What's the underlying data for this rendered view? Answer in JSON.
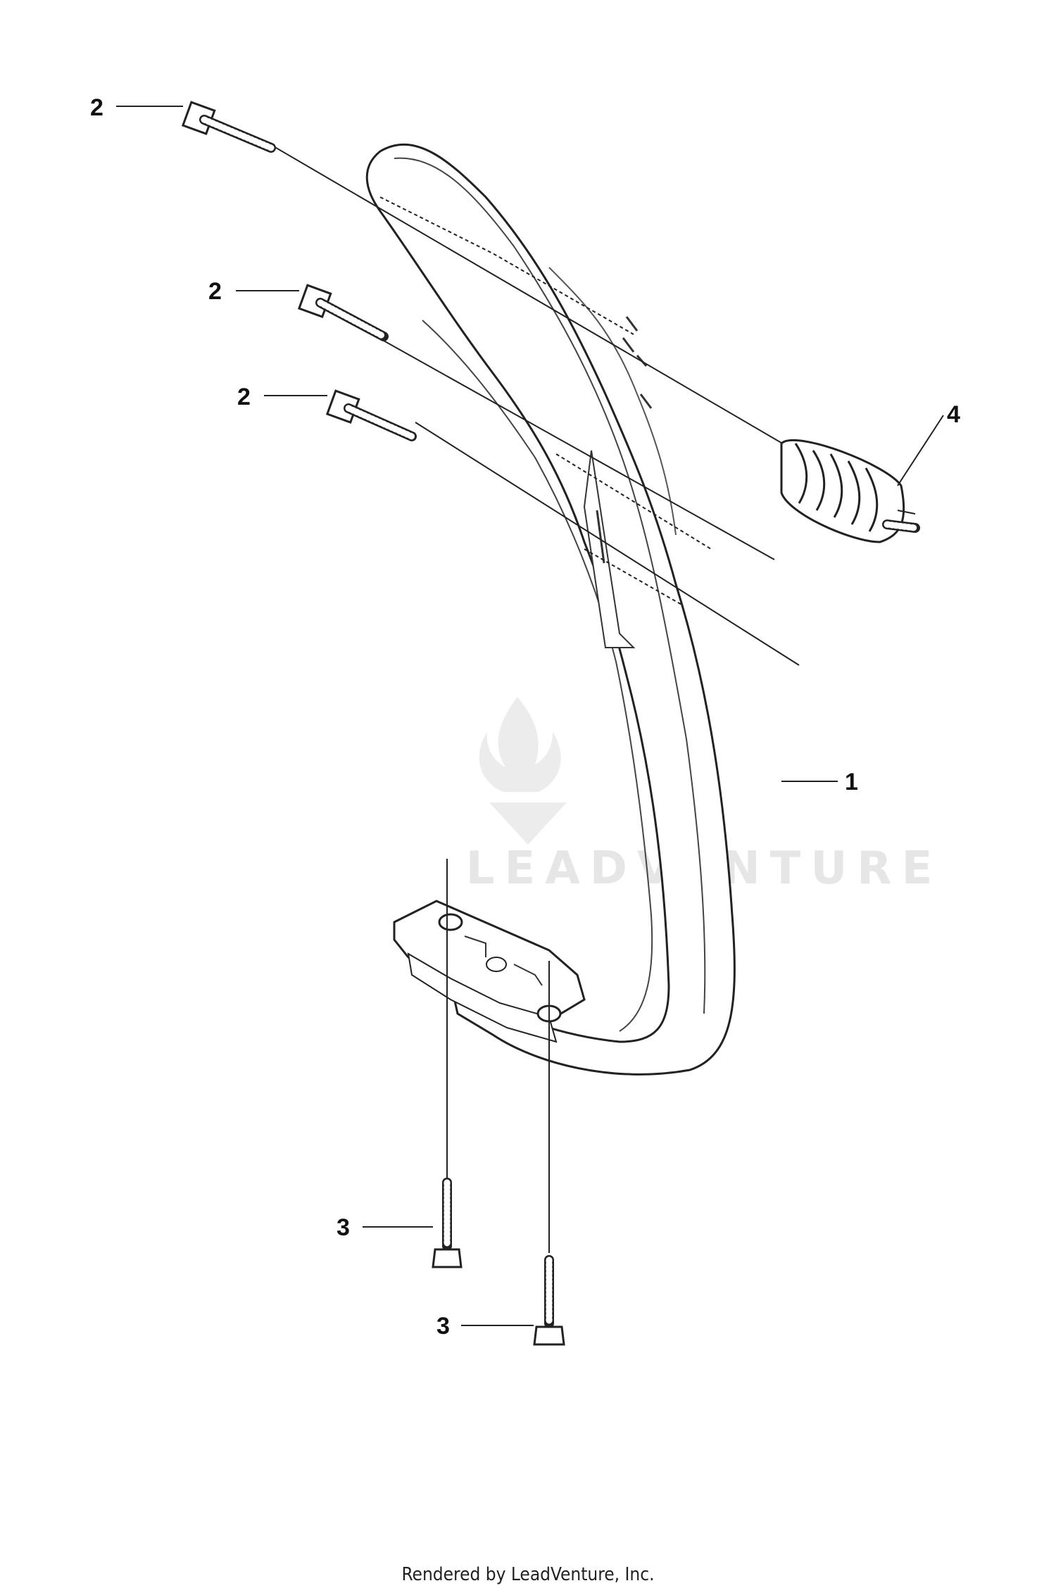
{
  "callouts": {
    "part_1": "1",
    "part_2a": "2",
    "part_2b": "2",
    "part_2c": "2",
    "part_3a": "3",
    "part_3b": "3",
    "part_4": "4"
  },
  "watermark": {
    "text": "LEADVENTURE"
  },
  "footer": {
    "text": "Rendered by LeadVenture, Inc."
  }
}
